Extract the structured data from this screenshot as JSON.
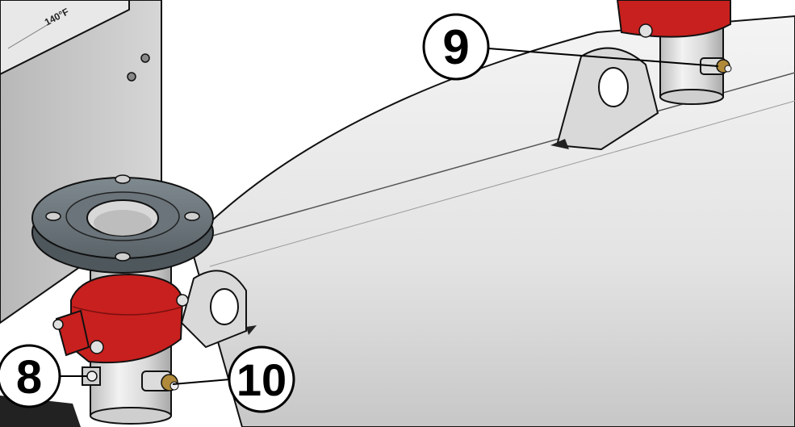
{
  "callouts": {
    "c8": "8",
    "c9": "9",
    "c10": "10"
  },
  "enclosure": {
    "temperature_label": "140°F"
  },
  "colors": {
    "pipe_body": "#e6e6e6",
    "clamp_red": "#c8201e",
    "flange_gray": "#6f7a80",
    "enclosure_gray": "#c9c9c9",
    "outline": "#111111"
  }
}
